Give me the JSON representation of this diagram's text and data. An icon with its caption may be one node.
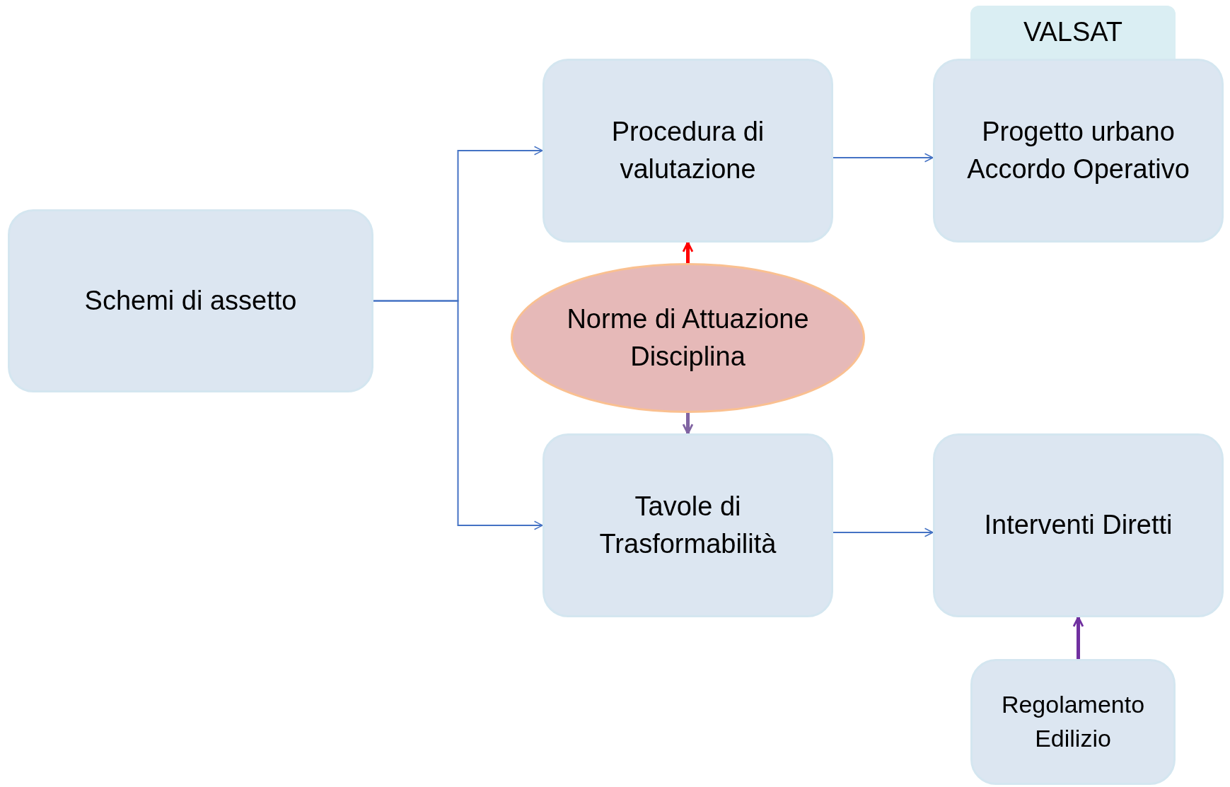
{
  "diagram": {
    "nodes": [
      {
        "text": [
          "Schemi di assetto"
        ]
      },
      {
        "text": [
          "Procedura di valutazione"
        ]
      },
      {
        "text": [
          "VALSAT"
        ]
      },
      {
        "text": [
          "Progetto urbano Accordo Operativo"
        ]
      },
      {
        "text": [
          "Norme di Attuazione Disciplina"
        ]
      },
      {
        "text": [
          "Tavole di Trasformabilità"
        ]
      },
      {
        "text": [
          "Interventi Diretti"
        ]
      },
      {
        "text": [
          "Regolamento Edilizio"
        ]
      }
    ],
    "edges": [
      {
        "from": 0,
        "to": 1,
        "arrow": "to"
      },
      {
        "from": 0,
        "to": 5,
        "arrow": "to"
      },
      {
        "from": 1,
        "to": 3,
        "arrow": "to"
      },
      {
        "from": 5,
        "to": 6,
        "arrow": "to"
      },
      {
        "from": 4,
        "to": 1,
        "arrow": "to",
        "style": "thick",
        "color": "#ff0000"
      },
      {
        "from": 4,
        "to": 5,
        "arrow": "to",
        "style": "thick",
        "color": "#8064a2"
      },
      {
        "from": 7,
        "to": 6,
        "arrow": "to",
        "style": "thick",
        "color": "#7030a0"
      }
    ]
  }
}
